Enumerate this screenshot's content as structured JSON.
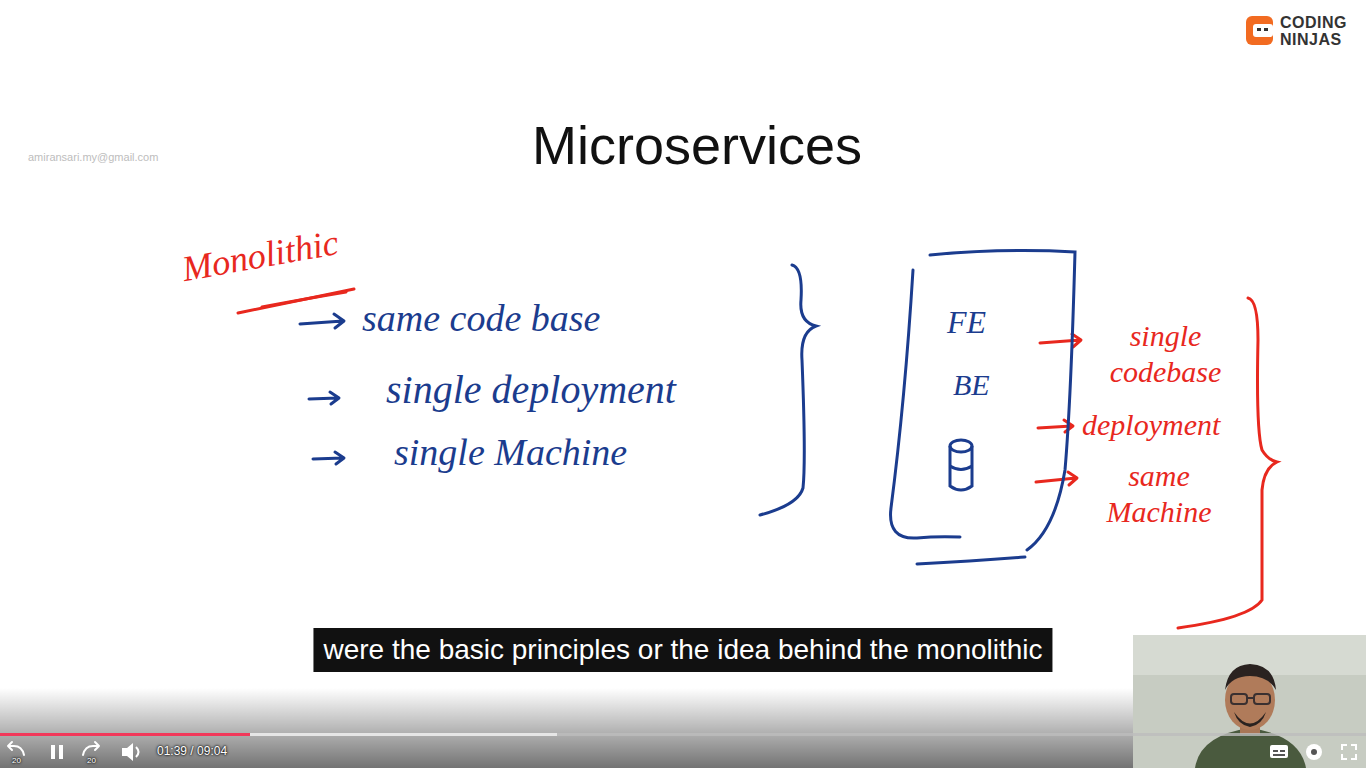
{
  "diagram": {
    "title": "Microservices",
    "nodes": [
      {
        "text": [
          "FE",
          "BE"
        ]
      },
      {
        "text": [
          "were the basic principles or the idea behind the monolithic"
        ]
      }
    ],
    "labels": [
      "Monolithic",
      "same code base",
      "single deployment",
      "single Machine",
      "single codebase",
      "deployment",
      "same Machine",
      "amiransari.my@gmail.com",
      "CODING",
      "NINJAS",
      "01:39 / 09:04",
      "20",
      "20"
    ]
  }
}
